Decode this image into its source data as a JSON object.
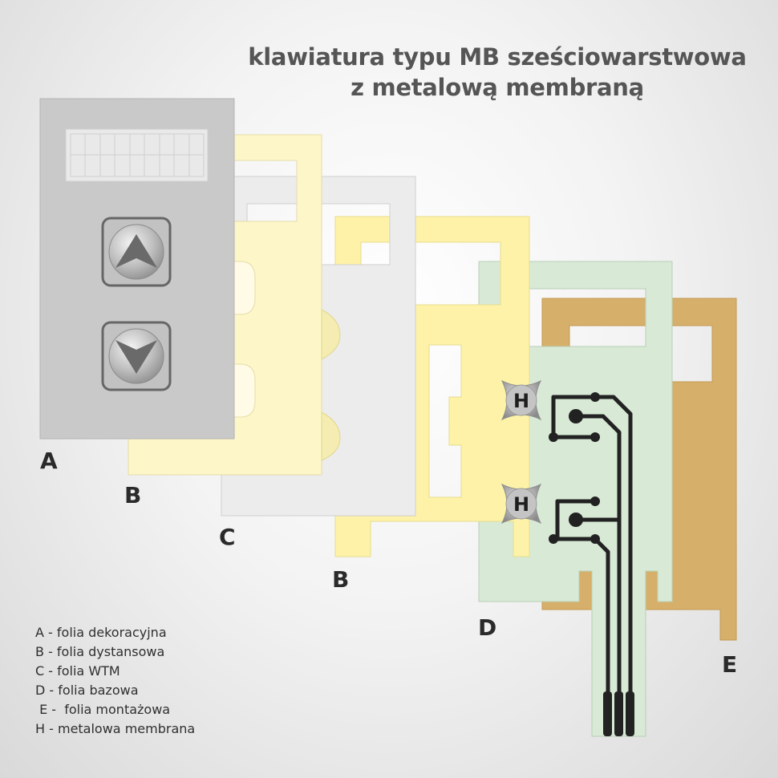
{
  "title": {
    "line1": "klawiatura typu MB sześciowarstwowa",
    "line2": "z metalową membraną"
  },
  "layer_labels": {
    "a": "A",
    "b1": "B",
    "c": "C",
    "b2": "B",
    "d": "D",
    "e": "E"
  },
  "membrane_label": "H",
  "legend": [
    "A - folia dekoracyjna",
    "B - folia dystansowa",
    "C - folia WTM",
    "D - folia bazowa",
    " E -  folia montażowa",
    "H - metalowa membrana"
  ],
  "colors": {
    "layer_a": "#c9c9c9",
    "layer_b": "#fdf6c8",
    "layer_c": "#ececec",
    "layer_b2": "#fdf2a8",
    "layer_d": "#d8ead6",
    "layer_e": "#d6b06a",
    "trace": "#222222",
    "membrane": "#b9b9b9"
  },
  "icons": [
    "arrow-up-icon",
    "arrow-down-icon",
    "metal-dome-icon"
  ]
}
